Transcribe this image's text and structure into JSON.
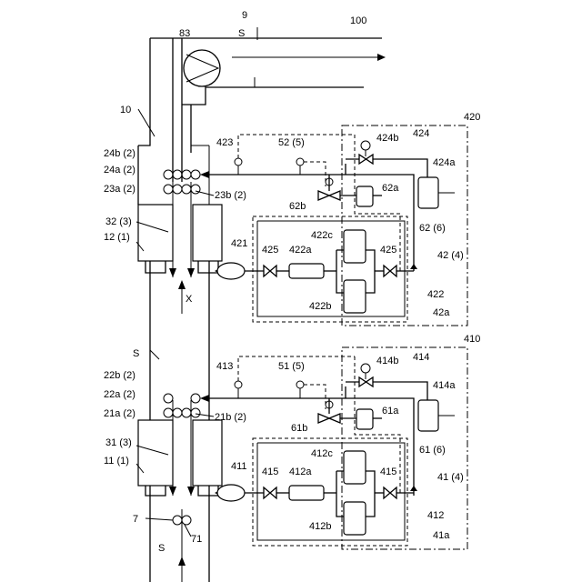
{
  "labels": {
    "l9": "9",
    "l100": "100",
    "l83": "83",
    "lS_top": "S",
    "l10": "10",
    "l24b": "24b (2)",
    "l24a": "24a (2)",
    "l23a": "23a (2)",
    "l23b": "23b (2)",
    "l32": "32 (3)",
    "l12": "12 (1)",
    "l423": "423",
    "l52": "52 (5)",
    "l420": "420",
    "l424": "424",
    "l424b": "424b",
    "l424a": "424a",
    "l62a": "62a",
    "l62b": "62b",
    "l62": "62 (6)",
    "l421": "421",
    "l425L": "425",
    "l422a": "422a",
    "l422c": "422c",
    "l425R": "425",
    "l42": "42 (4)",
    "l422b": "422b",
    "l422": "422",
    "l42a": "42a",
    "lX": "X",
    "lS_mid": "S",
    "l22b": "22b (2)",
    "l413": "413",
    "l51": "51 (5)",
    "l410": "410",
    "l414": "414",
    "l414b": "414b",
    "l414a": "414a",
    "l22a": "22a (2)",
    "l21a": "21a (2)",
    "l21b": "21b (2)",
    "l61a": "61a",
    "l61b": "61b",
    "l61": "61 (6)",
    "l31": "31 (3)",
    "l11": "11 (1)",
    "l411": "411",
    "l415L": "415",
    "l412a": "412a",
    "l412c": "412c",
    "l415R": "415",
    "l41": "41 (4)",
    "l412": "412",
    "l412b": "412b",
    "l41a": "41a",
    "l7": "7",
    "l71": "71",
    "lS_bot": "S"
  }
}
